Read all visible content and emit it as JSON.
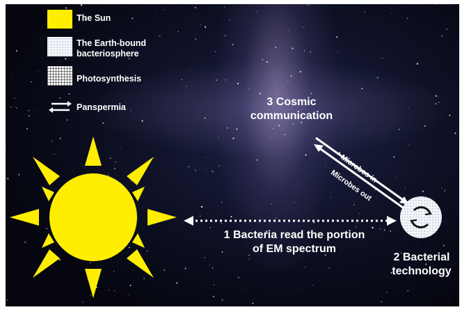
{
  "legend": {
    "sun": "The Sun",
    "bacteriosphere_line1": "The Earth-bound",
    "bacteriosphere_line2": "bacteriosphere",
    "photosynthesis": "Photosynthesis",
    "panspermia": "Panspermia"
  },
  "labels": {
    "cosmic_line1": "3 Cosmic",
    "cosmic_line2": "communication",
    "bacteria_read_line1": "1 Bacteria read the portion",
    "bacteria_read_line2": "of EM spectrum",
    "tech_line1": "2 Bacterial",
    "tech_line2": "technology",
    "microbes_in": "Microbes in",
    "microbes_out": "Microbes out"
  },
  "colors": {
    "sun": "#ffee00",
    "sky": "#0b0d1e",
    "text": "#ffffff"
  },
  "icons": {
    "sun": "sun-icon",
    "bacteriosphere": "dotted-circle-icon",
    "photosynthesis": "grid-icon",
    "panspermia": "double-arrow-icon"
  }
}
